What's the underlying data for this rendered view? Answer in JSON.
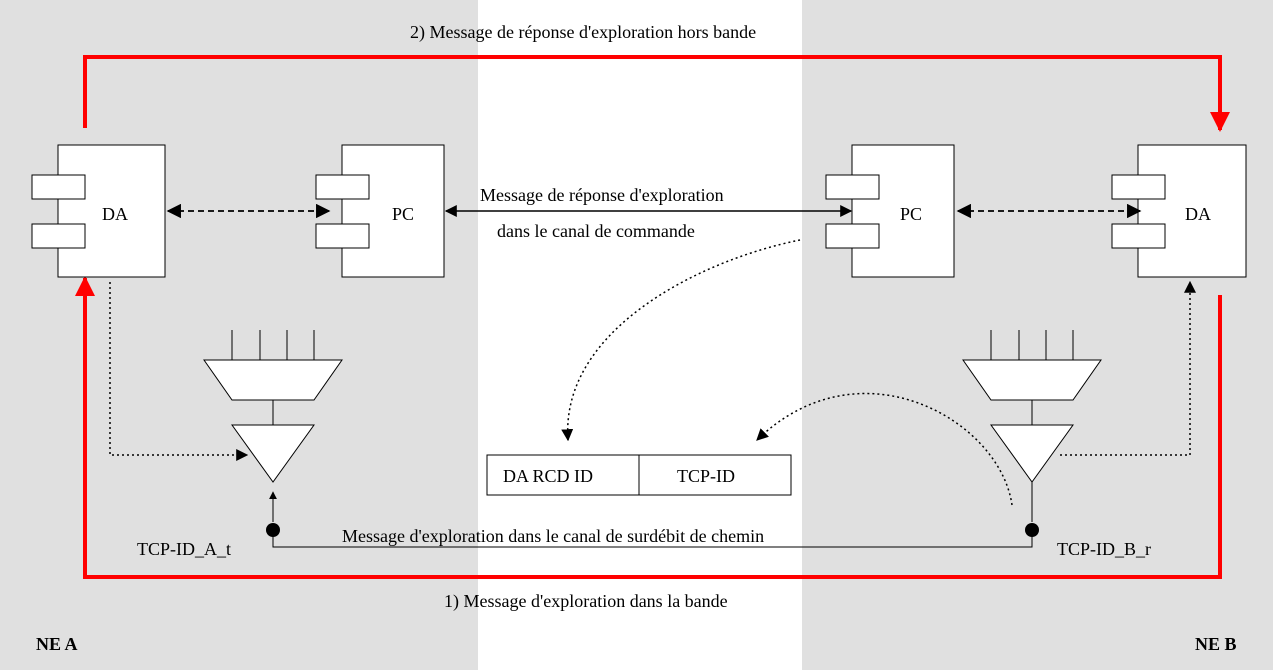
{
  "diagram": {
    "top_message": "2) Message de réponse d'exploration hors bande",
    "bottom_message": "1) Message d'exploration dans la bande",
    "control_msg_line1": "Message de réponse d'exploration",
    "control_msg_line2": "dans le canal de commande",
    "path_overhead_msg": "Message d'exploration dans le canal de surdébit de chemin",
    "tcp_id_a": "TCP-ID_A_t",
    "tcp_id_b": "TCP-ID_B_r",
    "ne_a": "NE A",
    "ne_b": "NE B",
    "da_left": "DA",
    "pc_left": "PC",
    "pc_right": "PC",
    "da_right": "DA",
    "field_da_rcd_id": "DA RCD ID",
    "field_tcp_id": "TCP-ID"
  },
  "colors": {
    "ne_shade": "#e0e0e0",
    "red_path": "#ff0000",
    "line": "#000000"
  }
}
